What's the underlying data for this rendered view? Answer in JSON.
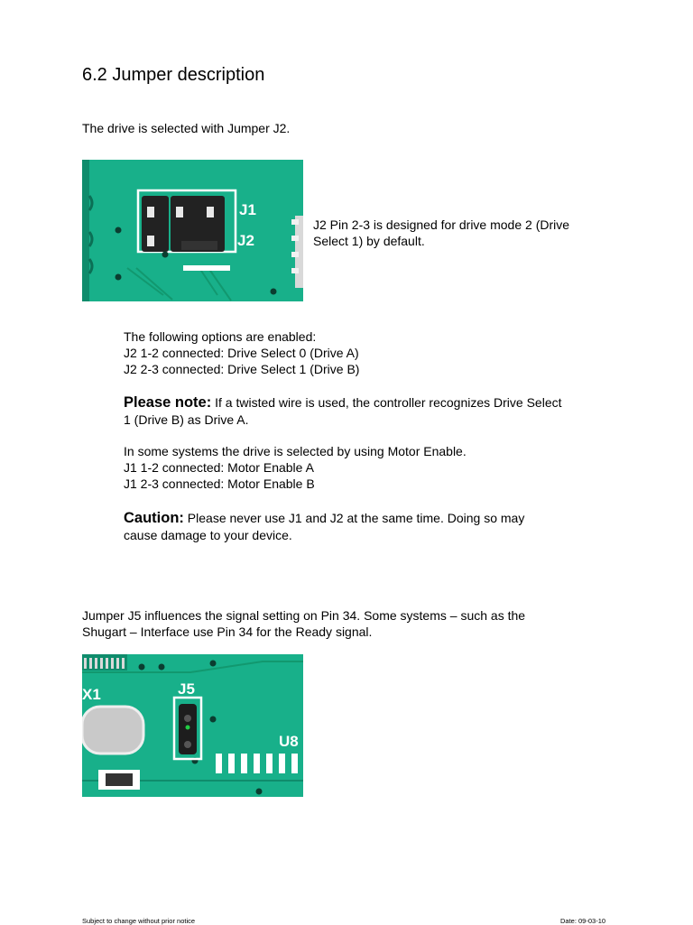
{
  "heading": "6.2 Jumper description",
  "intro": "The drive is selected with Jumper J2.",
  "photo1": {
    "labels": [
      "J1",
      "J2"
    ]
  },
  "photo1_caption": [
    "J2 Pin 2-3 is designed for drive mode 2 (Drive",
    "Select 1) by default."
  ],
  "options": {
    "title": "The following options are enabled:",
    "items": [
      "J2 1-2 connected: Drive Select 0 (Drive A)",
      "J2 2-3 connected: Drive Select 1 (Drive B)"
    ]
  },
  "note": {
    "lead": "Please note:",
    "line1": " If a twisted wire is used, the controller recognizes Drive Select",
    "line2": "1 (Drive B) as Drive A."
  },
  "motor": {
    "intro": "In some systems the drive is selected by using Motor Enable.",
    "items": [
      "J1 1-2 connected: Motor Enable A",
      "J1 2-3 connected: Motor Enable B"
    ]
  },
  "caution": {
    "lead": "Caution:",
    "line1": " Please never use J1 and J2 at the same time. Doing so may",
    "line2": "cause damage to your device."
  },
  "j5_text": [
    "Jumper J5 influences the signal setting on Pin 34. Some systems – such as the",
    "Shugart – Interface use Pin 34 for the Ready signal."
  ],
  "photo2": {
    "labels": [
      "X1",
      "J5",
      "U8"
    ]
  },
  "footer": {
    "left": "Subject to change without prior notice",
    "right": "Date: 09-03-10"
  },
  "colors": {
    "pcb": "#18b08a",
    "pcb_dark": "#0f8c6c",
    "silkscreen": "#ffffff",
    "jumper": "#222222"
  }
}
